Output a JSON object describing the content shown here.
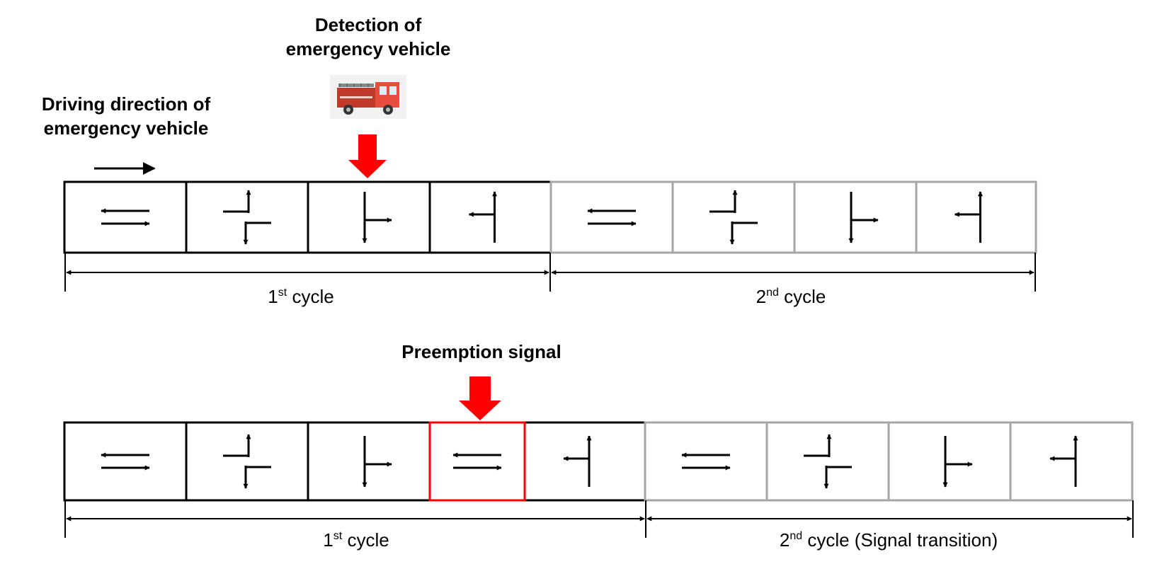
{
  "top": {
    "detection_label_line1": "Detection of",
    "detection_label_line2": "emergency vehicle",
    "direction_label_line1": "Driving direction of",
    "direction_label_line2": "emergency vehicle",
    "truck_icon": "fire-truck-icon",
    "phases": [
      {
        "cycle": 1,
        "icon": "east-west-through-icon"
      },
      {
        "cycle": 1,
        "icon": "protected-left-turns-icon"
      },
      {
        "cycle": 1,
        "icon": "south-through-right-icon"
      },
      {
        "cycle": 1,
        "icon": "north-through-left-icon"
      },
      {
        "cycle": 2,
        "icon": "east-west-through-icon"
      },
      {
        "cycle": 2,
        "icon": "protected-left-turns-icon"
      },
      {
        "cycle": 2,
        "icon": "south-through-right-icon"
      },
      {
        "cycle": 2,
        "icon": "north-through-left-icon"
      }
    ],
    "cycle1_number": "1",
    "cycle1_sup": "st",
    "cycle1_text": " cycle",
    "cycle2_number": "2",
    "cycle2_sup": "nd",
    "cycle2_text": " cycle"
  },
  "bottom": {
    "preemption_label": "Preemption signal",
    "phases": [
      {
        "cycle": 1,
        "icon": "east-west-through-icon"
      },
      {
        "cycle": 1,
        "icon": "protected-left-turns-icon"
      },
      {
        "cycle": 1,
        "icon": "south-through-right-icon"
      },
      {
        "cycle": 1,
        "icon": "east-west-through-icon",
        "highlighted": true
      },
      {
        "cycle": 1,
        "icon": "north-through-left-icon"
      },
      {
        "cycle": 2,
        "icon": "east-west-through-icon"
      },
      {
        "cycle": 2,
        "icon": "protected-left-turns-icon"
      },
      {
        "cycle": 2,
        "icon": "south-through-right-icon"
      },
      {
        "cycle": 2,
        "icon": "north-through-left-icon"
      }
    ],
    "cycle1_number": "1",
    "cycle1_sup": "st",
    "cycle1_text": " cycle",
    "cycle2_number": "2",
    "cycle2_sup": "nd",
    "cycle2_text": " cycle (Signal transition)"
  },
  "colors": {
    "cycle1_border": "#000000",
    "cycle2_border": "#a6a6a6",
    "highlight": "#ff0000",
    "marker_arrow": "#ff0000"
  }
}
